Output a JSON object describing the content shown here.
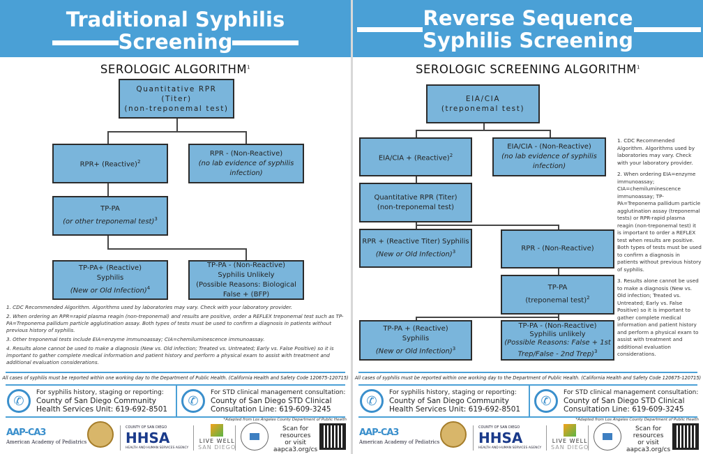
{
  "left": {
    "title_line1": "Traditional Syphilis",
    "title_line2": "Screening",
    "subtitle": "SEROLOGIC ALGORITHM",
    "subtitle_sup": "1",
    "boxes": {
      "quant": {
        "l1": "Quantitative RPR",
        "l2": "(Titer)",
        "l3": "(non-treponemal test)"
      },
      "rpr_pos": {
        "l1": "RPR+ (Reactive)",
        "sup": "2"
      },
      "rpr_neg": {
        "l1": "RPR - (Non-Reactive)",
        "l2": "(no lab evidence of syphilis infection)"
      },
      "tppa": {
        "l1": "TP-PA",
        "l2": "(or other treponemal test)",
        "sup": "3"
      },
      "tppa_pos": {
        "l1": "TP-PA+ (Reactive)",
        "l2": "Syphilis",
        "l3": "(New or Old Infection)",
        "sup": "4"
      },
      "tppa_neg": {
        "l1": "TP-PA - (Non-Reactive)",
        "l2": "Syphilis Unlikely",
        "l3": "(Possible Reasons: Biological False + (BFP)"
      }
    },
    "footnotes": [
      "1. CDC Recommended Algorithm. Algorithms used by laboratories may vary. Check with your laboratory provider.",
      "2. When ordering an RPR=rapid plasma reagin (non-treponemal) and results are positive, order a REFLEX treponemal test such as TP-PA=Treponema pallidum particle agglutination assay. Both types of tests must be used to confirm a diagnosis in patients without previous history of syphilis.",
      "3. Other treponemal tests include EIA=enzyme immunoassay; CIA=chemiluminescence immunoassay.",
      "4. Results alone cannot be used to make a diagnosis (New vs. Old infection; Treated vs. Untreated; Early vs. False Positive) so it is important to gather complete medical information and patient history and perform a physical exam to assist with treatment and additional evaluation considerations."
    ]
  },
  "right": {
    "title_line1": "Reverse Sequence",
    "title_line2": "Syphilis Screening",
    "subtitle": "SEROLOGIC SCREENING ALGORITHM",
    "subtitle_sup": "1",
    "boxes": {
      "eia": {
        "l1": "EIA/CIA",
        "l2": "(treponemal test)"
      },
      "eia_pos": {
        "l1": "EIA/CIA + (Reactive)",
        "sup": "2"
      },
      "eia_neg": {
        "l1": "EIA/CIA - (Non-Reactive)",
        "l2": "(no lab evidence of syphilis infection)"
      },
      "quant": {
        "l1": "Quantitative RPR (Titer)",
        "l2": "(non-treponemal test)"
      },
      "rpr_pos": {
        "l1": "RPR + (Reactive Titer) Syphilis",
        "l2": "(New or Old Infection)",
        "sup": "3"
      },
      "rpr_neg": {
        "l1": "RPR - (Non-Reactive)"
      },
      "tppa": {
        "l1": "TP-PA",
        "l2": "(treponemal test)",
        "sup": "2"
      },
      "tppa_pos": {
        "l1": "TP-PA + (Reactive)",
        "l2": "Syphilis",
        "l3": "(New or Old Infection)",
        "sup": "3"
      },
      "tppa_neg": {
        "l1": "TP-PA - (Non-Reactive)",
        "l2": "Syphilis unlikely",
        "l3": "(Possible Reasons: False + 1st Trep/False - 2nd Trep)",
        "sup": "3"
      }
    },
    "notes": [
      "1. CDC Recommended Algorithm. Algorithms used by laboratories may vary. Check with your laboratory provider.",
      "2. When ordering EIA=enzyme immunoassay; CIA=chemiluminescence immunoassay; TP-PA=Treponema pallidum particle agglutination assay (treponemal tests) or RPR-rapid plasma reagin (non-treponemal test) it is important to order a REFLEX test when results are positive. Both types of tests must be used to confirm a diagnosis in patients without previous history of syphilis.",
      "3. Results alone cannot be used to make a diagnosis (New vs. Old infection; Treated vs. Untreated; Early vs. False Positive) so it is important to gather complete medical information and patient history and perform a physical exam to assist with treatment and additional evaluation considerations."
    ]
  },
  "footer": {
    "report": "All cases of syphilis must be reported within one working day to the Department of Public Health. (California Health and Safety Code 120675-120715)",
    "contact1": {
      "intro": "For syphilis history, staging or reporting:",
      "line1": "County of San Diego Community",
      "line2": "Health Services Unit: 619-692-8501"
    },
    "contact2": {
      "intro": "For STD clinical management consultation:",
      "line1": "County of San Diego STD Clinical",
      "line2": "Consultation Line: 619-609-3245"
    },
    "adapted": "*Adapted from Los Angeles County Department of Public Health",
    "aap": "AAP",
    "aap_ca3": "-CA3",
    "aap_name": "American Academy of Pediatrics",
    "hhsa": "HHSA",
    "hhsa_top": "COUNTY OF SAN DIEGO",
    "hhsa_sub": "HEALTH AND HUMAN SERVICES AGENCY",
    "livewell": "LIVE WELL",
    "livewell_sub": "SAN DIEGO",
    "scan": "Scan for",
    "scan2": "resources",
    "scan3": "or visit",
    "url": "aapca3.org/cs"
  },
  "colors": {
    "header": "#4aa0d6",
    "box": "#7ab5db"
  }
}
